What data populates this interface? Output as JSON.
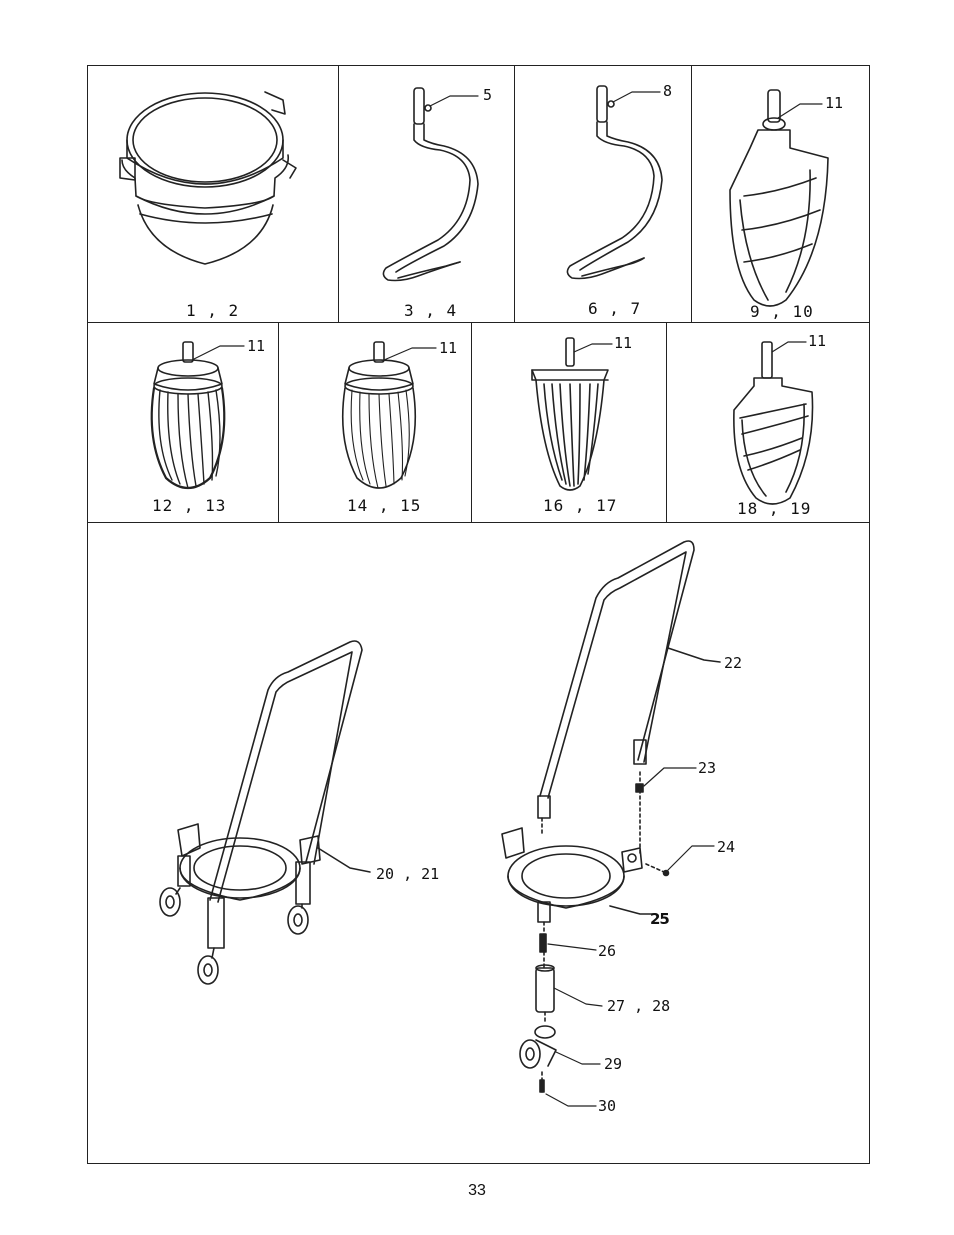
{
  "row1": {
    "bowl_caption": "1 , 2",
    "hook1_caption": "3 , 4",
    "hook1_callout": "5",
    "hook2_caption": "6 , 7",
    "hook2_callout": "8",
    "beater1_caption": "9 , 10",
    "beater1_callout": "11"
  },
  "row2": {
    "whip1_caption": "12 , 13",
    "whip1_callout": "11",
    "whip2_caption": "14 , 15",
    "whip2_callout": "11",
    "pastry_caption": "16 , 17",
    "pastry_callout": "11",
    "beater2_caption": "18 , 19",
    "beater2_callout": "11"
  },
  "dolly": {
    "assembled_callout": "20 , 21",
    "handle_callout": "22",
    "pin_callout": "23",
    "nut_callout": "24",
    "ring_callout": "25",
    "screw_callout": "26",
    "leg_callout": "27 , 28",
    "caster_callout": "29",
    "bolt_callout": "30"
  },
  "page_number": "33"
}
